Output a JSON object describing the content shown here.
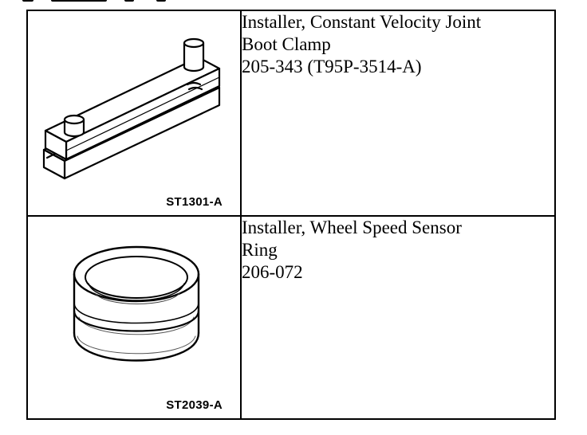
{
  "tools": [
    {
      "illustration_code": "ST1301-A",
      "name_line1": "Installer, Constant Velocity Joint",
      "name_line2": "Boot Clamp",
      "part_number": "205-343 (T95P-3514-A)",
      "icon": "boot-clamp-installer-illustration"
    },
    {
      "illustration_code": "ST2039-A",
      "name_line1": "Installer, Wheel Speed Sensor",
      "name_line2": "Ring",
      "part_number": "206-072",
      "icon": "sensor-ring-installer-illustration"
    }
  ]
}
